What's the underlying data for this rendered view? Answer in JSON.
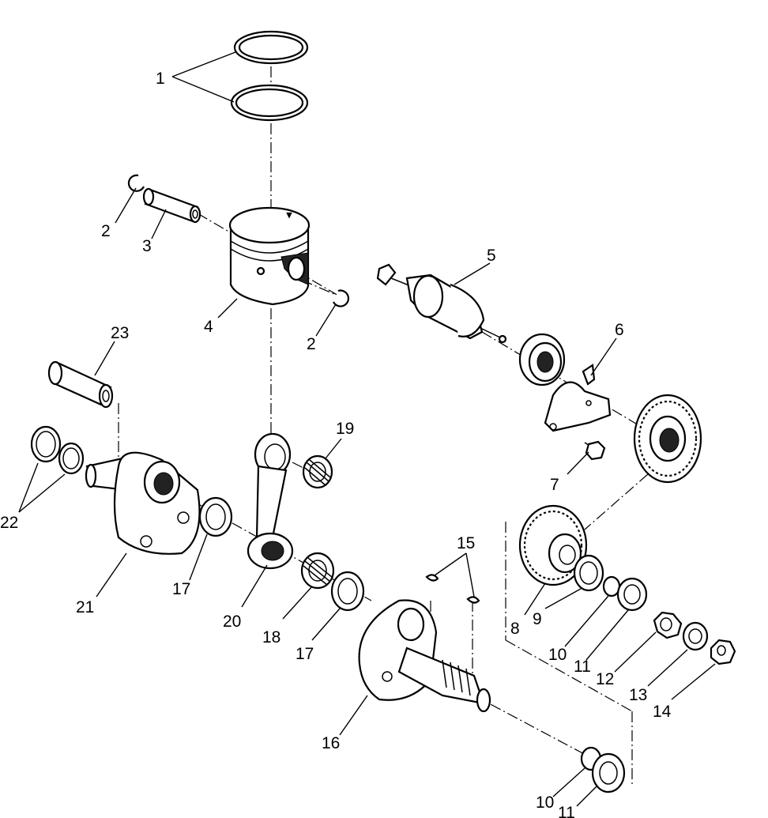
{
  "diagram": {
    "callouts": [
      {
        "id": "c1",
        "text": "1"
      },
      {
        "id": "c2a",
        "text": "2"
      },
      {
        "id": "c3",
        "text": "3"
      },
      {
        "id": "c4",
        "text": "4"
      },
      {
        "id": "c2b",
        "text": "2"
      },
      {
        "id": "c5",
        "text": "5"
      },
      {
        "id": "c6",
        "text": "6"
      },
      {
        "id": "c7",
        "text": "7"
      },
      {
        "id": "c23",
        "text": "23"
      },
      {
        "id": "c19",
        "text": "19"
      },
      {
        "id": "c22",
        "text": "22"
      },
      {
        "id": "c17a",
        "text": "17"
      },
      {
        "id": "c21",
        "text": "21"
      },
      {
        "id": "c20",
        "text": "20"
      },
      {
        "id": "c18",
        "text": "18"
      },
      {
        "id": "c17b",
        "text": "17"
      },
      {
        "id": "c15",
        "text": "15"
      },
      {
        "id": "c16",
        "text": "16"
      },
      {
        "id": "c8",
        "text": "8"
      },
      {
        "id": "c9",
        "text": "9"
      },
      {
        "id": "c10a",
        "text": "10"
      },
      {
        "id": "c11a",
        "text": "11"
      },
      {
        "id": "c12",
        "text": "12"
      },
      {
        "id": "c13",
        "text": "13"
      },
      {
        "id": "c14",
        "text": "14"
      },
      {
        "id": "c10b",
        "text": "10"
      },
      {
        "id": "c11b",
        "text": "11"
      }
    ]
  }
}
